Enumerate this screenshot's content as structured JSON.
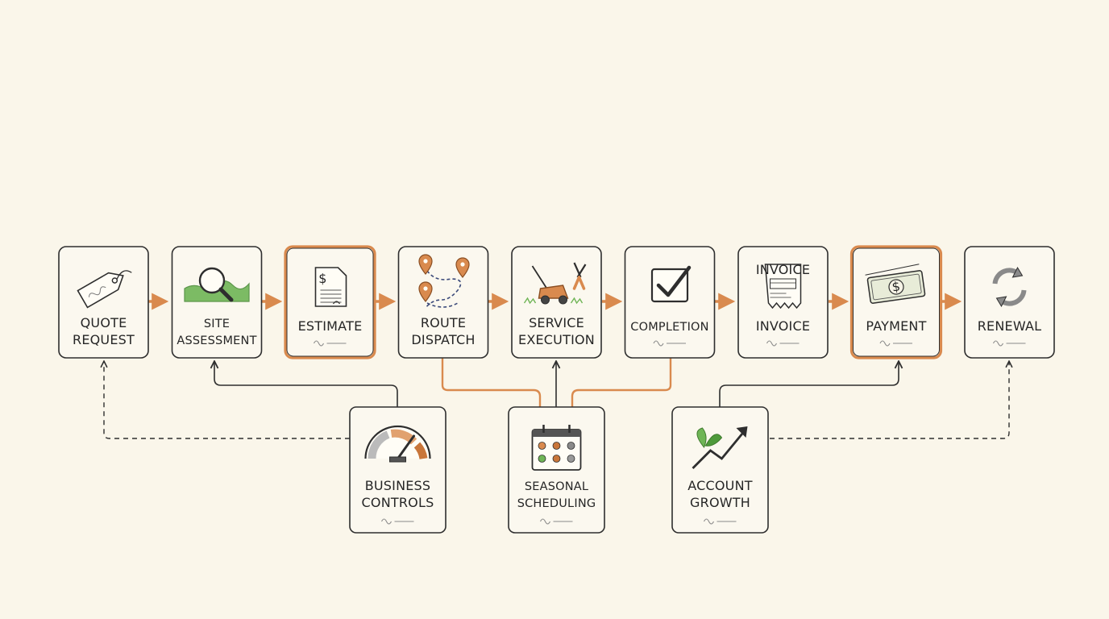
{
  "diagram": {
    "steps": [
      {
        "id": "quote-request",
        "lines": [
          "QUOTE",
          "REQUEST"
        ],
        "icon": "price-tag-icon",
        "highlight": false
      },
      {
        "id": "site-assessment",
        "lines": [
          "SITE",
          "ASSESSMENT"
        ],
        "icon": "magnifier-on-grass-icon",
        "highlight": false
      },
      {
        "id": "estimate",
        "lines": [
          "ESTIMATE"
        ],
        "icon": "estimate-document-icon",
        "highlight": true
      },
      {
        "id": "route-dispatch",
        "lines": [
          "ROUTE",
          "DISPATCH"
        ],
        "icon": "route-pins-icon",
        "highlight": false
      },
      {
        "id": "service-execution",
        "lines": [
          "SERVICE",
          "EXECUTION"
        ],
        "icon": "mower-and-shears-icon",
        "highlight": false
      },
      {
        "id": "completion",
        "lines": [
          "COMPLETION"
        ],
        "icon": "checkbox-icon",
        "highlight": false
      },
      {
        "id": "invoice",
        "lines": [
          "INVOICE"
        ],
        "icon": "invoice-document-icon",
        "highlight": false
      },
      {
        "id": "payment",
        "lines": [
          "PAYMENT"
        ],
        "icon": "cash-bill-icon",
        "highlight": true
      },
      {
        "id": "renewal",
        "lines": [
          "RENEWAL"
        ],
        "icon": "refresh-arrows-icon",
        "highlight": false
      }
    ],
    "support": [
      {
        "id": "business-controls",
        "lines": [
          "BUSINESS",
          "CONTROLS"
        ],
        "icon": "gauge-icon"
      },
      {
        "id": "seasonal-scheduling",
        "lines": [
          "SEASONAL",
          "SCHEDULING"
        ],
        "icon": "seasonal-calendar-icon"
      },
      {
        "id": "account-growth",
        "lines": [
          "ACCOUNT",
          "GROWTH"
        ],
        "icon": "growth-sprout-icon"
      }
    ],
    "icon_text": {
      "invoice_header": "INVOICE",
      "currency": "$"
    },
    "colors": {
      "background": "#faf6ea",
      "ink": "#2e2e2e",
      "accent_orange": "#d98a4e",
      "accent_green": "#6fb556",
      "card_fill": "#fbf8ef"
    }
  }
}
